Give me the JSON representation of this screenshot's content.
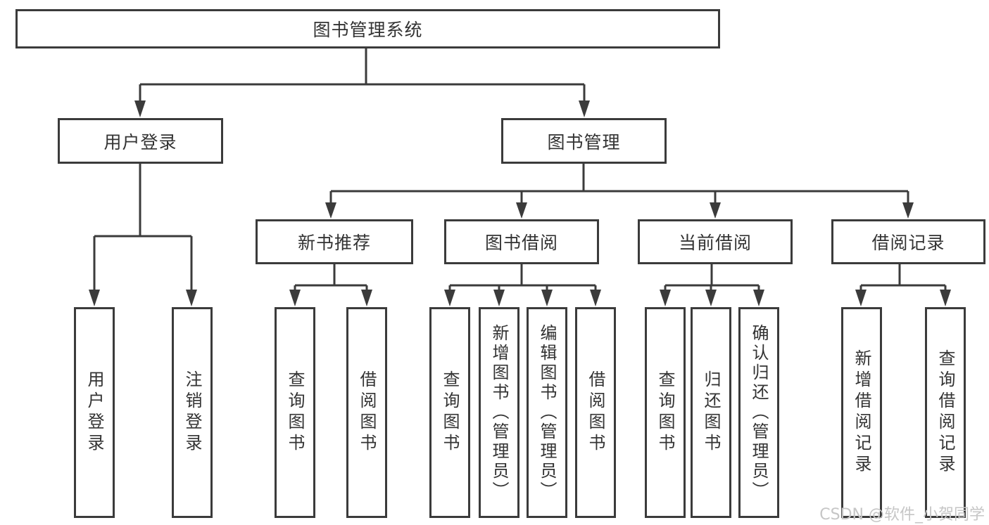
{
  "colors": {
    "line": "#3b3b3b",
    "text": "#333333",
    "box_bg": "#ffffff",
    "background": "#ffffff",
    "watermark": "#c6c6c6"
  },
  "nodes": {
    "root": "图书管理系统",
    "user_login": "用户登录",
    "book_mgmt": "图书管理",
    "new_book_rec": "新书推荐",
    "book_borrow": "图书借阅",
    "current_borrow": "当前借阅",
    "borrow_records": "借阅记录",
    "user_login_leaf": "用户登录",
    "logout_leaf": "注销登录",
    "nbr_query_books": "查询图书",
    "nbr_borrow_books": "借阅图书",
    "bb_query_books": "查询图书",
    "bb_add_books": "新增图书（管理员）",
    "bb_edit_books": "编辑图书（管理员）",
    "bb_borrow_books": "借阅图书",
    "cb_query_books": "查询图书",
    "cb_return_books": "归还图书",
    "cb_confirm_return": "确认归还（管理员）",
    "br_add_record": "新增借阅记录",
    "br_query_record": "查询借阅记录"
  },
  "watermark": "CSDN @软件_小贺同学"
}
